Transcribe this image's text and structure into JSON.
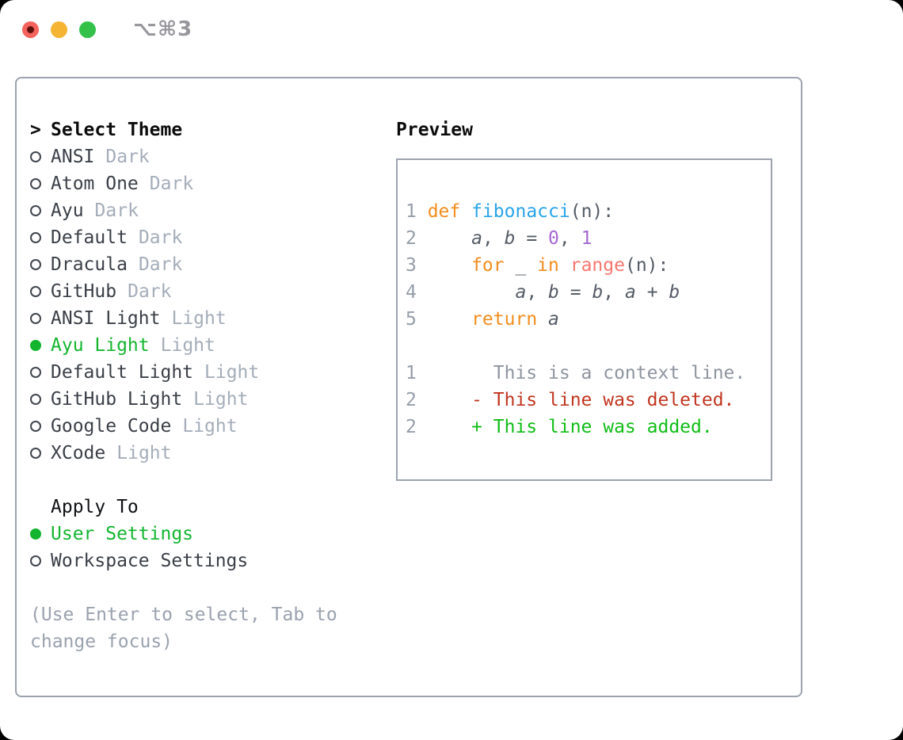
{
  "colors": {
    "accent_green": "#13b52f",
    "border": "#9ba3ae",
    "item_fg": "#3a3f47",
    "muted": "#a4adb9",
    "help": "#9aa2ae",
    "line_number": "#959da8",
    "code_fg": "#555c66",
    "keyword_orange": "#f28d1e",
    "function_blue": "#2aa4e8",
    "number_purple": "#a467d3",
    "builtin_coral": "#f8776f",
    "context_gray": "#8e959f",
    "deleted_red": "#c1351f",
    "added_green": "#10bd16",
    "titlebar_text": "#97979c",
    "traffic_red": "#f4635c",
    "traffic_yellow": "#f6b433",
    "traffic_green": "#33c14a"
  },
  "titlebar": {
    "shortcut": "⌥⌘3"
  },
  "theme_panel": {
    "prompt": ">",
    "header": "Select Theme",
    "items": [
      {
        "name": "ANSI",
        "variant": "Dark",
        "selected": false
      },
      {
        "name": "Atom One",
        "variant": "Dark",
        "selected": false
      },
      {
        "name": "Ayu",
        "variant": "Dark",
        "selected": false
      },
      {
        "name": "Default",
        "variant": "Dark",
        "selected": false
      },
      {
        "name": "Dracula",
        "variant": "Dark",
        "selected": false
      },
      {
        "name": "GitHub",
        "variant": "Dark",
        "selected": false
      },
      {
        "name": "ANSI Light",
        "variant": "Light",
        "selected": false
      },
      {
        "name": "Ayu Light",
        "variant": "Light",
        "selected": true
      },
      {
        "name": "Default Light",
        "variant": "Light",
        "selected": false
      },
      {
        "name": "GitHub Light",
        "variant": "Light",
        "selected": false
      },
      {
        "name": "Google Code",
        "variant": "Light",
        "selected": false
      },
      {
        "name": "XCode",
        "variant": "Light",
        "selected": false
      }
    ],
    "apply_to": {
      "header": "Apply To",
      "options": [
        {
          "label": "User Settings",
          "selected": true
        },
        {
          "label": "Workspace Settings",
          "selected": false
        }
      ]
    },
    "help_lines": [
      "(Use Enter to select, Tab to",
      "change focus)"
    ]
  },
  "preview": {
    "header": "Preview",
    "code_lines": [
      {
        "num": "1",
        "tokens": [
          {
            "c": "kw",
            "t": "def"
          },
          {
            "c": "fg",
            "t": " "
          },
          {
            "c": "fn",
            "t": "fibonacci"
          },
          {
            "c": "fg",
            "t": "(n):"
          }
        ]
      },
      {
        "num": "2",
        "tokens": [
          {
            "c": "fg",
            "t": "    "
          },
          {
            "c": "var",
            "t": "a"
          },
          {
            "c": "fg",
            "t": ", "
          },
          {
            "c": "var",
            "t": "b"
          },
          {
            "c": "fg",
            "t": " = "
          },
          {
            "c": "num",
            "t": "0"
          },
          {
            "c": "fg",
            "t": ", "
          },
          {
            "c": "num",
            "t": "1"
          }
        ]
      },
      {
        "num": "3",
        "tokens": [
          {
            "c": "fg",
            "t": "    "
          },
          {
            "c": "kw",
            "t": "for"
          },
          {
            "c": "fg",
            "t": " _ "
          },
          {
            "c": "kw",
            "t": "in"
          },
          {
            "c": "fg",
            "t": " "
          },
          {
            "c": "bi",
            "t": "range"
          },
          {
            "c": "fg",
            "t": "(n):"
          }
        ]
      },
      {
        "num": "4",
        "tokens": [
          {
            "c": "fg",
            "t": "        "
          },
          {
            "c": "var",
            "t": "a"
          },
          {
            "c": "fg",
            "t": ", "
          },
          {
            "c": "var",
            "t": "b"
          },
          {
            "c": "fg",
            "t": " = "
          },
          {
            "c": "var",
            "t": "b"
          },
          {
            "c": "fg",
            "t": ", "
          },
          {
            "c": "var",
            "t": "a"
          },
          {
            "c": "fg",
            "t": " + "
          },
          {
            "c": "var",
            "t": "b"
          }
        ]
      },
      {
        "num": "5",
        "tokens": [
          {
            "c": "fg",
            "t": "    "
          },
          {
            "c": "kw",
            "t": "return"
          },
          {
            "c": "fg",
            "t": " "
          },
          {
            "c": "var",
            "t": "a"
          }
        ]
      }
    ],
    "diff_lines": [
      {
        "num": "1",
        "tokens": [
          {
            "c": "ctx",
            "t": "      This is a context line."
          }
        ]
      },
      {
        "num": "2",
        "tokens": [
          {
            "c": "del",
            "t": "    - This line was deleted."
          }
        ]
      },
      {
        "num": "2",
        "tokens": [
          {
            "c": "add",
            "t": "    + This line was added."
          }
        ]
      }
    ]
  }
}
